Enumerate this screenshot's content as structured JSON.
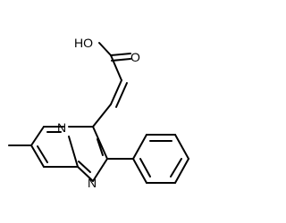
{
  "molecule": {
    "labels": {
      "hydroxyl": "HO",
      "carbonyl_oxygen": "O",
      "bridgehead_nitrogen": "N",
      "imidazole_nitrogen": "N"
    },
    "colors": {
      "bond": "#000000",
      "background": "#ffffff"
    }
  }
}
